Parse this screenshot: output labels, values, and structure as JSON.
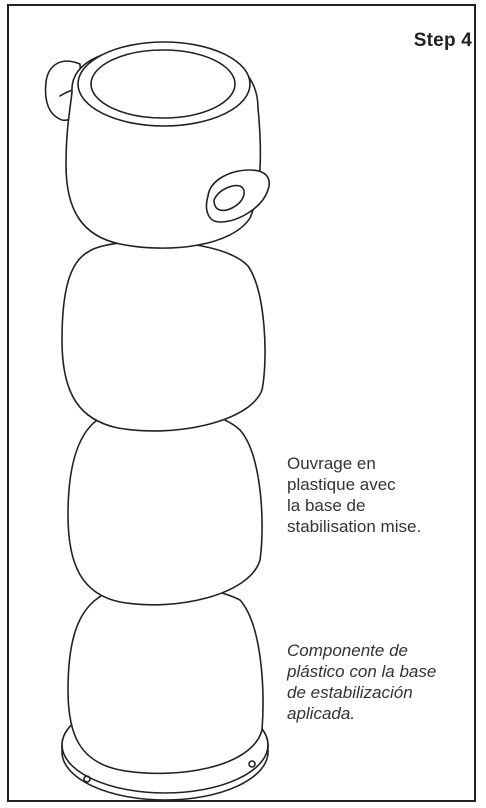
{
  "step": {
    "title": "Step 4"
  },
  "captions": {
    "french": {
      "lines": [
        "Ouvrage en",
        "plastique avec",
        "la base de",
        "stabilisation mise."
      ]
    },
    "spanish": {
      "lines": [
        "Componente de",
        "plástico con la base",
        "de estabilización",
        "aplicada."
      ]
    }
  },
  "colors": {
    "line": "#222222",
    "text": "#333333",
    "background": "#ffffff"
  }
}
